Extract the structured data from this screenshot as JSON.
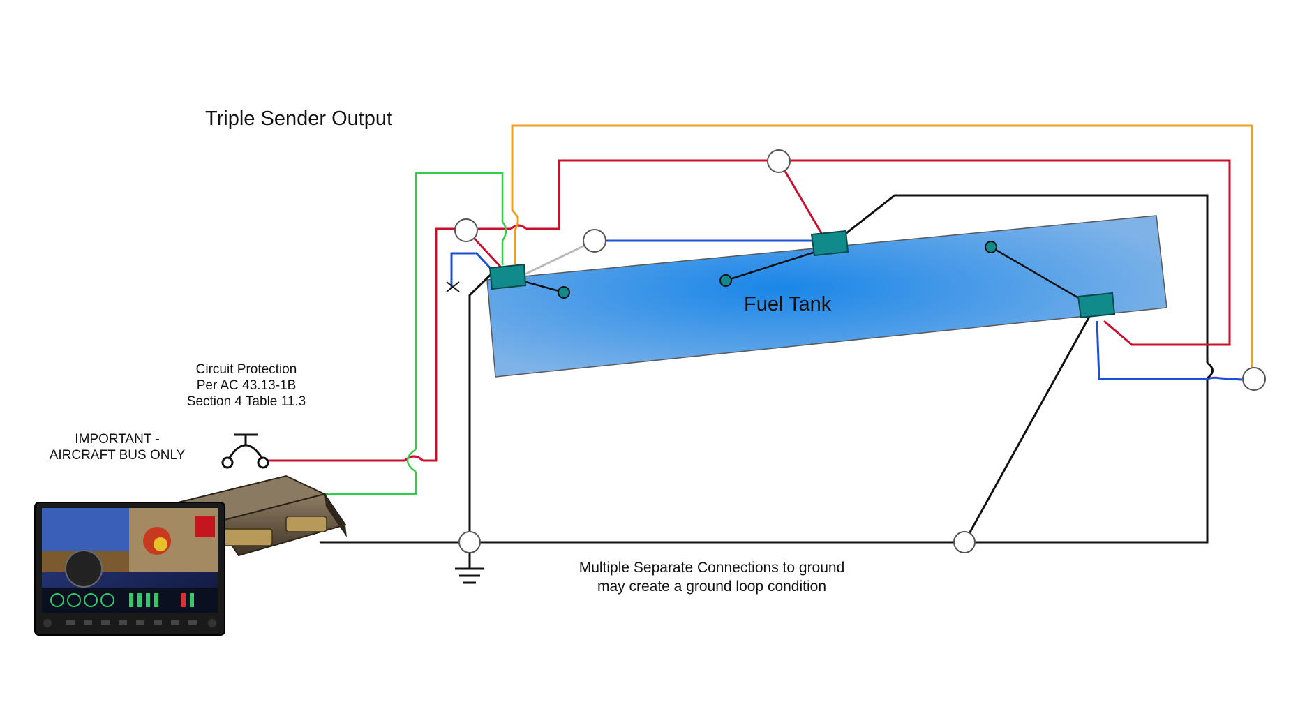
{
  "labels": {
    "title": "Triple Sender Output",
    "tank": "Fuel  Tank",
    "circuit_protection": [
      "Circuit Protection",
      "Per AC 43.13-1B",
      "Section 4 Table 11.3"
    ],
    "important": [
      "IMPORTANT -",
      "AIRCRAFT BUS ONLY"
    ],
    "ground_note": [
      "Multiple Separate Connections to ground",
      "may create a ground loop condition"
    ]
  },
  "colors": {
    "power_wire": "#c8102e",
    "signal_blue": "#1f4fd6",
    "signal_green": "#33cc44",
    "signal_orange": "#f0a020",
    "ground_wire": "#111111",
    "sender": "#108a8a",
    "tank_dark": "#1a86e8",
    "tank_light": "#7fb3e8"
  },
  "icons": {
    "breaker": "circuit-breaker-icon",
    "ground": "ground-symbol-icon",
    "device": "efis-display-with-control-module"
  }
}
